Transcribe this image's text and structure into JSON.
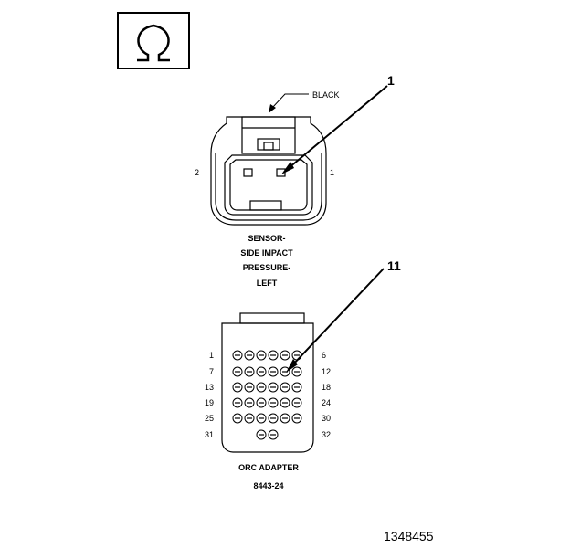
{
  "symbol": {
    "icon": "ohm-icon"
  },
  "sensor": {
    "wire_color": "BLACK",
    "callout": "1",
    "pin_left": "2",
    "pin_right": "1",
    "title_lines": [
      "SENSOR-",
      "SIDE IMPACT",
      "PRESSURE-",
      "LEFT"
    ]
  },
  "adapter": {
    "callout": "11",
    "row_left_labels": [
      "1",
      "7",
      "13",
      "19",
      "25",
      "31"
    ],
    "row_right_labels": [
      "6",
      "12",
      "18",
      "24",
      "30",
      "32"
    ],
    "title": "ORC ADAPTER",
    "part_number": "8443-24"
  },
  "figure_id": "1348455"
}
